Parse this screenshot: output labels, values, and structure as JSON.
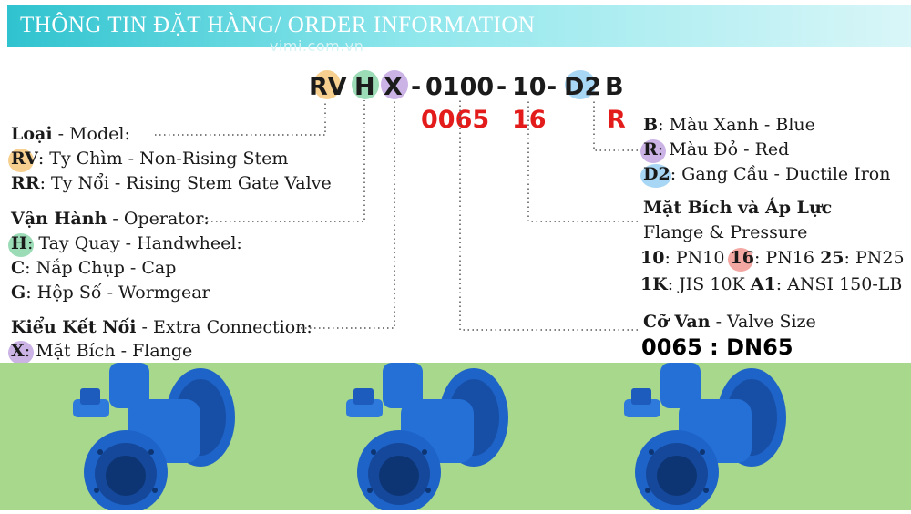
{
  "header": {
    "title": "THÔNG TIN ĐẶT HÀNG/ ORDER INFORMATION",
    "watermark": "vimi.com.vn"
  },
  "code": {
    "rv": "RV",
    "h": "H",
    "x": "X",
    "sep1": "-",
    "size": "0100",
    "sep2": "-",
    "pressure": "10",
    "sep3": "-",
    "d2": "D2",
    "b": "B"
  },
  "code_alt": {
    "size": "0065",
    "pressure": "16",
    "color": "R"
  },
  "model": {
    "label_bold": "Loại",
    "label_rest": " - Model:",
    "items": [
      {
        "code": "RV",
        "text": ": Ty Chìm - Non-Rising Stem"
      },
      {
        "code": "RR",
        "text": ": Ty Nổi - Rising Stem Gate Valve"
      }
    ]
  },
  "operator": {
    "label_bold": "Vận Hành",
    "label_rest": " - Operator:",
    "items": [
      {
        "code": "H",
        "text": ": Tay Quay - Handwheel:"
      },
      {
        "code": "C",
        "text": ": Nắp Chụp - Cap"
      },
      {
        "code": "G",
        "text": ": Hộp Số - Wormgear"
      }
    ]
  },
  "connection": {
    "label_bold": "Kiểu Kết Nối",
    "label_rest": " - Extra Connection:",
    "items": [
      {
        "code": "X",
        "text": ": Mặt Bích - Flange"
      }
    ]
  },
  "color": {
    "items": [
      {
        "code": "B",
        "text": ": Màu Xanh - Blue"
      },
      {
        "code": "R",
        "text": ": Màu Đỏ - Red"
      },
      {
        "code": "D2",
        "text": ": Gang Cầu - Ductile Iron"
      }
    ]
  },
  "flange": {
    "title_bold": "Mặt Bích và Áp Lực",
    "subtitle": "Flange & Pressure",
    "row1": [
      {
        "code": "10",
        "text": ": PN10 "
      },
      {
        "code": "16",
        "text": ": PN16 "
      },
      {
        "code": "25",
        "text": ": PN25"
      }
    ],
    "row2": [
      {
        "code": "1K",
        "text": ": JIS 10K "
      },
      {
        "code": "A1",
        "text": ": ANSI  150-LB"
      }
    ]
  },
  "size": {
    "label_bold": "Cỡ Van",
    "label_rest": " - Valve Size",
    "example": "0065 : DN65"
  },
  "colors": {
    "valve_blue": "#1e63c8",
    "photo_bg": "#a8d88c",
    "accent_red": "#e31b1b",
    "header": "#2fc3cf"
  },
  "photo": {
    "icons": [
      "gate-valve-image",
      "gate-valve-image",
      "gate-valve-image"
    ]
  }
}
